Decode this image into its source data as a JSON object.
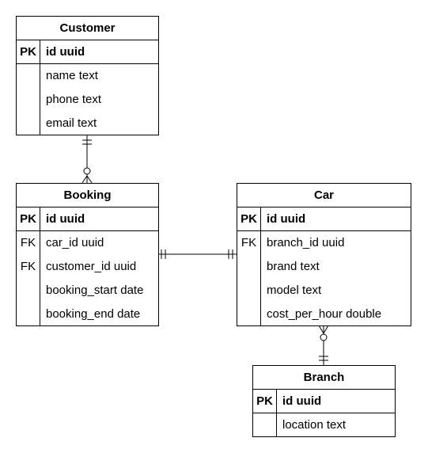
{
  "entities": {
    "customer": {
      "title": "Customer",
      "pk": {
        "key": "PK",
        "field": "id uuid"
      },
      "rows": [
        {
          "key": "",
          "field": "name text"
        },
        {
          "key": "",
          "field": "phone text"
        },
        {
          "key": "",
          "field": "email text"
        }
      ]
    },
    "booking": {
      "title": "Booking",
      "pk": {
        "key": "PK",
        "field": "id uuid"
      },
      "rows": [
        {
          "key": "FK",
          "field": "car_id uuid"
        },
        {
          "key": "FK",
          "field": "customer_id uuid"
        },
        {
          "key": "",
          "field": "booking_start date"
        },
        {
          "key": "",
          "field": "booking_end date"
        }
      ]
    },
    "car": {
      "title": "Car",
      "pk": {
        "key": "PK",
        "field": "id uuid"
      },
      "rows": [
        {
          "key": "FK",
          "field": "branch_id uuid"
        },
        {
          "key": "",
          "field": "brand text"
        },
        {
          "key": "",
          "field": "model text"
        },
        {
          "key": "",
          "field": "cost_per_hour double"
        }
      ]
    },
    "branch": {
      "title": "Branch",
      "pk": {
        "key": "PK",
        "field": "id uuid"
      },
      "rows": [
        {
          "key": "",
          "field": "location text"
        }
      ]
    }
  },
  "relationships": [
    {
      "from": "Customer",
      "to": "Booking",
      "from_end": "exactly-one",
      "to_end": "zero-or-many"
    },
    {
      "from": "Booking",
      "to": "Car",
      "from_end": "exactly-one",
      "to_end": "exactly-one"
    },
    {
      "from": "Car",
      "to": "Branch",
      "from_end": "zero-or-many",
      "to_end": "exactly-one"
    }
  ]
}
